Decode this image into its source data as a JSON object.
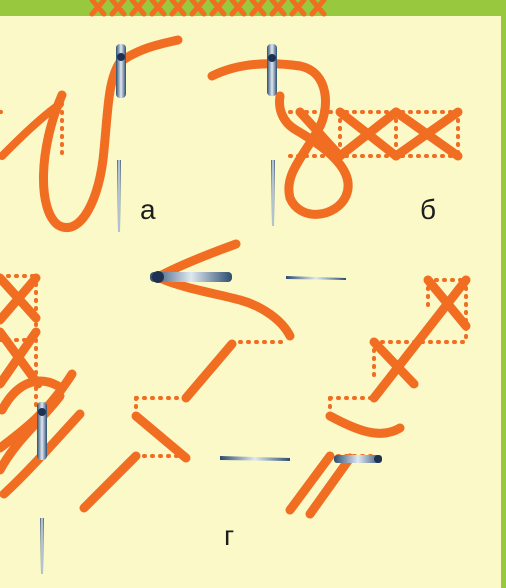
{
  "labels": {
    "a": "а",
    "b": "б",
    "g": "г"
  },
  "colors": {
    "background": "#fbf9c8",
    "border": "#97c83e",
    "thread": "#f06d22",
    "needle_light": "#d8e4ee",
    "needle_dark": "#3a5a80"
  }
}
